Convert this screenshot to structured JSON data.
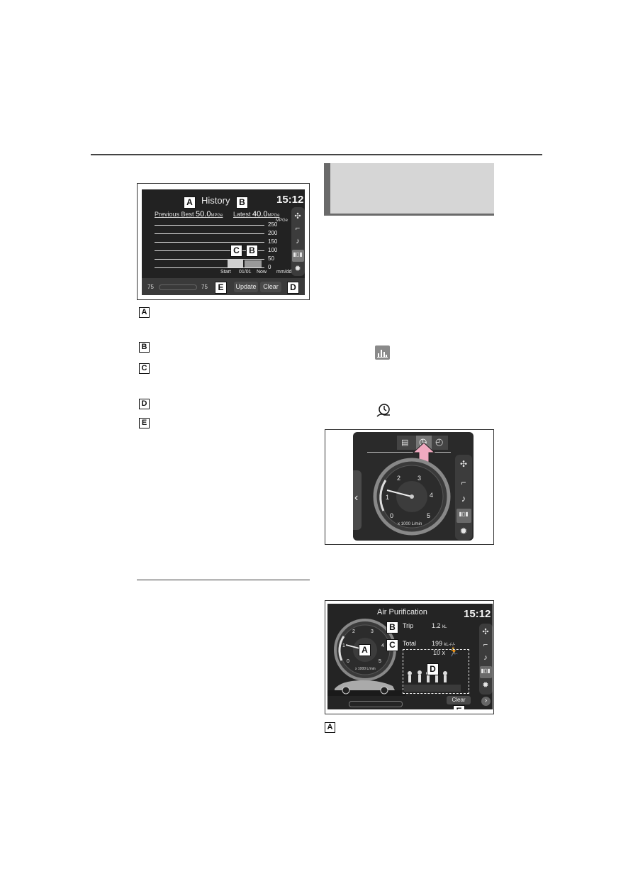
{
  "history_screen": {
    "title": "History",
    "clock": "15:12",
    "previous_best_label": "Previous Best",
    "previous_best_value": "50.0",
    "previous_best_unit": "MPGe",
    "latest_label": "Latest",
    "latest_value": "40.0",
    "latest_unit": "MPGe",
    "y_unit": "MPGe",
    "y_ticks": [
      "250",
      "200",
      "150",
      "100",
      "50",
      "0"
    ],
    "x_labels": [
      "Start",
      "01/01",
      "Now",
      "mm/dd"
    ],
    "bottom_left_value": "75",
    "bottom_right_value": "75",
    "update_button": "Update",
    "clear_button": "Clear"
  },
  "callouts": {
    "a": "A",
    "b": "B",
    "c": "C",
    "d": "D",
    "e": "E"
  },
  "gauge_screen": {
    "dial_numbers": [
      "0",
      "1",
      "2",
      "3",
      "4",
      "5"
    ],
    "dial_unit": "x 1000 L/min",
    "back_arrow": "‹"
  },
  "air_screen": {
    "title": "Air Purification",
    "clock": "15:12",
    "trip_label": "Trip",
    "trip_value": "1.2",
    "trip_unit": "kL",
    "total_label": "Total",
    "total_value": "199",
    "total_unit": "kL",
    "total_date": "-/-/-",
    "people_count": "10 x",
    "dial_numbers": [
      "0",
      "1",
      "2",
      "3",
      "4",
      "5"
    ],
    "dial_unit": "x 1000 L/min",
    "clear_button": "Clear"
  },
  "colors": {
    "screen_bg": "#222222",
    "pink_arrow": "#f0a9c0",
    "header_grey": "#d6d6d6"
  }
}
